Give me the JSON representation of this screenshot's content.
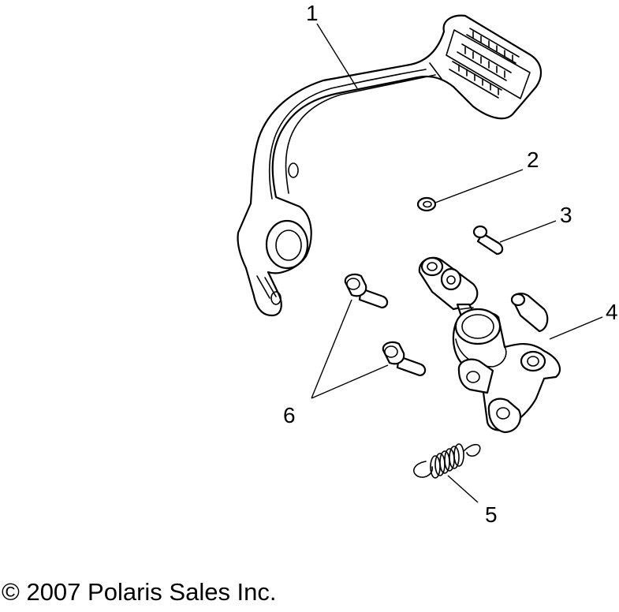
{
  "callouts": {
    "c1": "1",
    "c2": "2",
    "c3": "3",
    "c4": "4",
    "c5": "5",
    "c6": "6"
  },
  "footer": {
    "copyright": "© 2007 Polaris Sales Inc."
  }
}
